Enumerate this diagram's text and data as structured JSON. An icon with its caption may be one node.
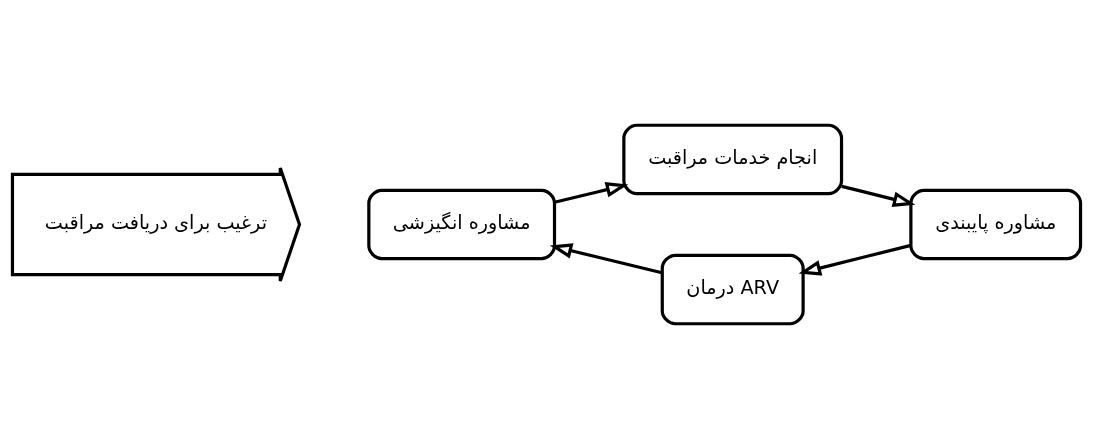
{
  "diagram": {
    "nodes": [
      {
        "text": [
          "ترغیب برای دریافت مراقبت"
        ]
      },
      {
        "text": [
          "مشاوره انگیزشی"
        ]
      },
      {
        "text": [
          "انجام خدمات مراقبت"
        ]
      },
      {
        "text": [
          "مشاوره پایبندی"
        ]
      },
      {
        "text": [
          "درمان ARV"
        ]
      }
    ],
    "edges": [
      {
        "from": 1,
        "to": 2,
        "arrow": "to"
      },
      {
        "from": 2,
        "to": 3,
        "arrow": "to"
      },
      {
        "from": 3,
        "to": 4,
        "arrow": "to"
      },
      {
        "from": 4,
        "to": 1,
        "arrow": "to"
      }
    ]
  }
}
